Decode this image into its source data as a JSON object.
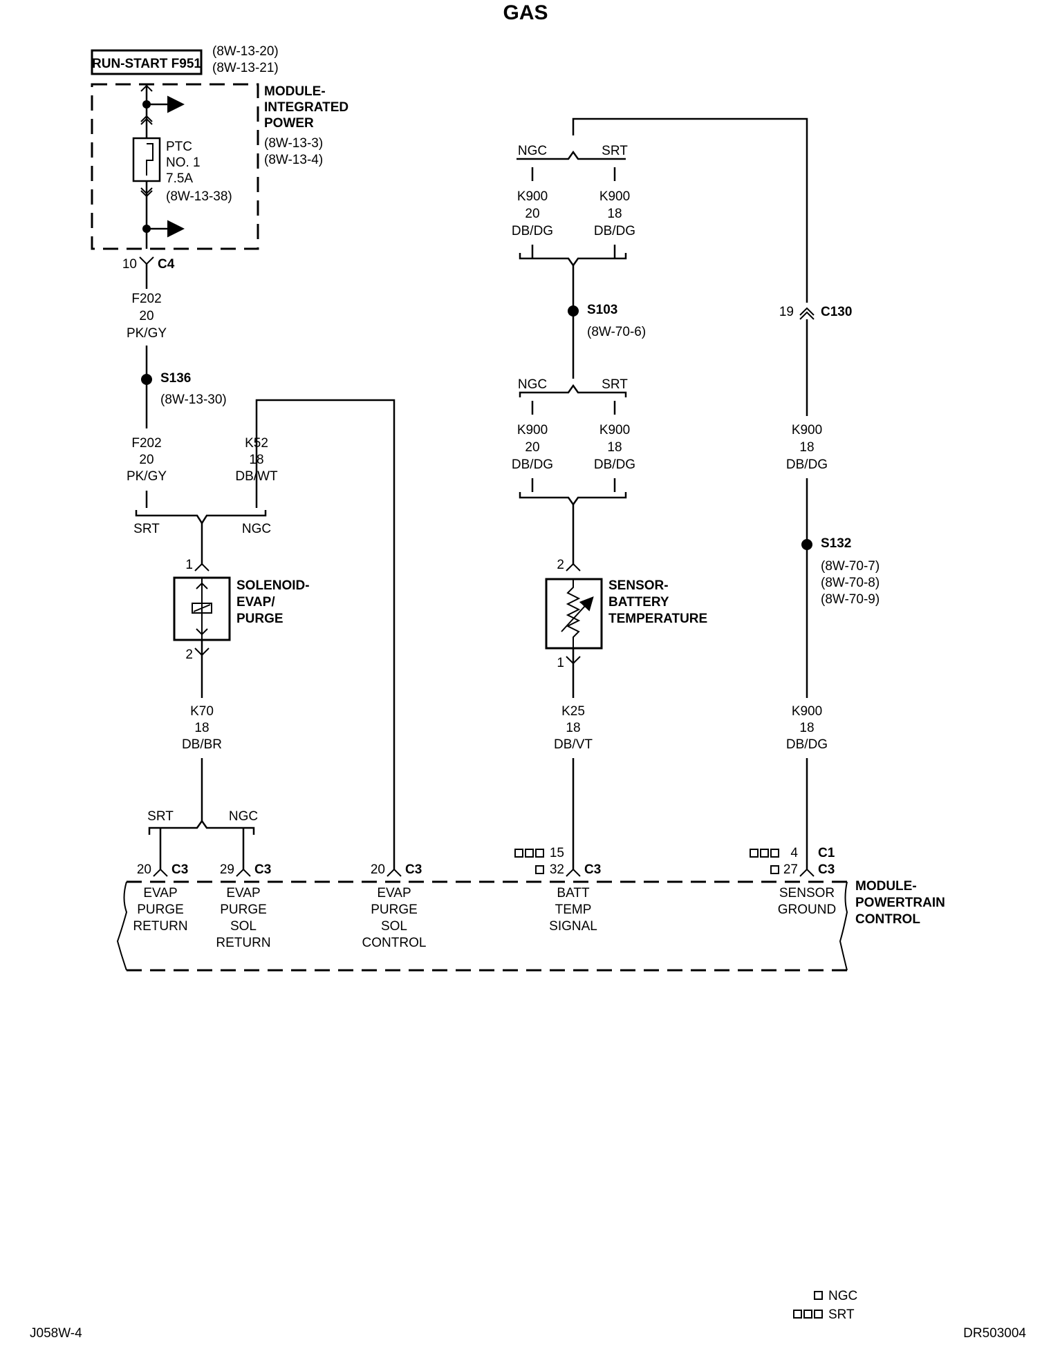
{
  "title": "GAS",
  "footer": {
    "left": "J058W-4",
    "right": "DR503004"
  },
  "legend": {
    "ngc": "NGC",
    "srt": "SRT"
  },
  "fuse": {
    "name": "RUN-START F951",
    "refs": [
      "(8W-13-20)",
      "(8W-13-21)"
    ]
  },
  "power_module": {
    "title": [
      "MODULE-",
      "INTEGRATED",
      "POWER"
    ],
    "refs": [
      "(8W-13-3)",
      "(8W-13-4)"
    ],
    "ptc": [
      "PTC",
      "NO. 1",
      "7.5A",
      "(8W-13-38)"
    ],
    "connector": {
      "pin": "10",
      "name": "C4"
    }
  },
  "wires": {
    "f202_top": [
      "F202",
      "20",
      "PK/GY"
    ],
    "f202_bottom": [
      "F202",
      "20",
      "PK/GY"
    ],
    "k52": [
      "K52",
      "18",
      "DB/WT"
    ],
    "k70": [
      "K70",
      "18",
      "DB/BR"
    ],
    "k900_a20": [
      "K900",
      "20",
      "DB/DG"
    ],
    "k900_a18": [
      "K900",
      "18",
      "DB/DG"
    ],
    "k900_b20": [
      "K900",
      "20",
      "DB/DG"
    ],
    "k900_b18": [
      "K900",
      "18",
      "DB/DG"
    ],
    "k25": [
      "K25",
      "18",
      "DB/VT"
    ],
    "k900_right_top": [
      "K900",
      "18",
      "DB/DG"
    ],
    "k900_right_bottom": [
      "K900",
      "18",
      "DB/DG"
    ]
  },
  "splices": {
    "s136": {
      "name": "S136",
      "refs": [
        "(8W-13-30)"
      ]
    },
    "s103": {
      "name": "S103",
      "refs": [
        "(8W-70-6)"
      ]
    },
    "s132": {
      "name": "S132",
      "refs": [
        "(8W-70-7)",
        "(8W-70-8)",
        "(8W-70-9)"
      ]
    }
  },
  "c130": {
    "pin": "19",
    "name": "C130"
  },
  "branches": {
    "srt": "SRT",
    "ngc": "NGC"
  },
  "solenoid": {
    "title": [
      "SOLENOID-",
      "EVAP/",
      "PURGE"
    ],
    "pin_top": "1",
    "pin_bottom": "2"
  },
  "sensor": {
    "title": [
      "SENSOR-",
      "BATTERY",
      "TEMPERATURE"
    ],
    "pin_top": "2",
    "pin_bottom": "1"
  },
  "pcm": {
    "title": [
      "MODULE-",
      "POWERTRAIN",
      "CONTROL"
    ],
    "pins": [
      {
        "pin": "20",
        "conn": "C3",
        "label": [
          "EVAP",
          "PURGE",
          "RETURN"
        ]
      },
      {
        "pin": "29",
        "conn": "C3",
        "label": [
          "EVAP",
          "PURGE",
          "SOL",
          "RETURN"
        ]
      },
      {
        "pin": "20",
        "conn": "C3",
        "label": [
          "EVAP",
          "PURGE",
          "SOL",
          "CONTROL"
        ]
      },
      {
        "pin": "32",
        "conn": "C3",
        "alt_pin": "15",
        "label": [
          "BATT",
          "TEMP",
          "SIGNAL"
        ]
      },
      {
        "pin": "27",
        "conn": "C3",
        "alt_pin": "4",
        "alt_conn": "C1",
        "label": [
          "SENSOR",
          "GROUND"
        ]
      }
    ]
  }
}
